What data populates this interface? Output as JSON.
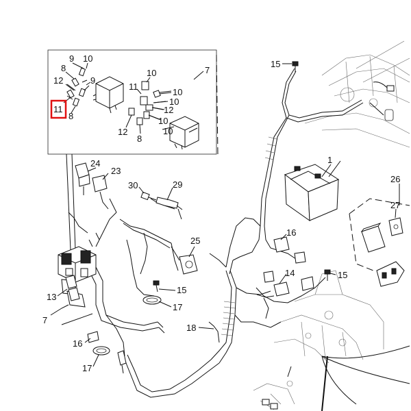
{
  "highlight_color": "#e01010",
  "callouts": {
    "inset_9a": "9",
    "inset_10a": "10",
    "inset_8a": "8",
    "inset_12a": "12",
    "inset_9b": "9",
    "inset_11": "11",
    "inset_8b": "8",
    "inset_10b": "10",
    "inset_11b": "11",
    "inset_10c": "10",
    "inset_10d": "10",
    "inset_12b": "12",
    "inset_10e": "10",
    "inset_12c": "12",
    "inset_8c": "8",
    "inset_10f": "10",
    "inset_7": "7",
    "c15_top": "15",
    "c1": "1",
    "c24": "24",
    "c23": "23",
    "c30": "30",
    "c29": "29",
    "c26": "26",
    "c27": "27",
    "c16_mid": "16",
    "c25": "25",
    "c14": "14",
    "c15_right": "15",
    "c13": "13",
    "c15_mid": "15",
    "c17_mid": "17",
    "c7": "7",
    "c18": "18",
    "c16_low": "16",
    "c17_low": "17"
  }
}
